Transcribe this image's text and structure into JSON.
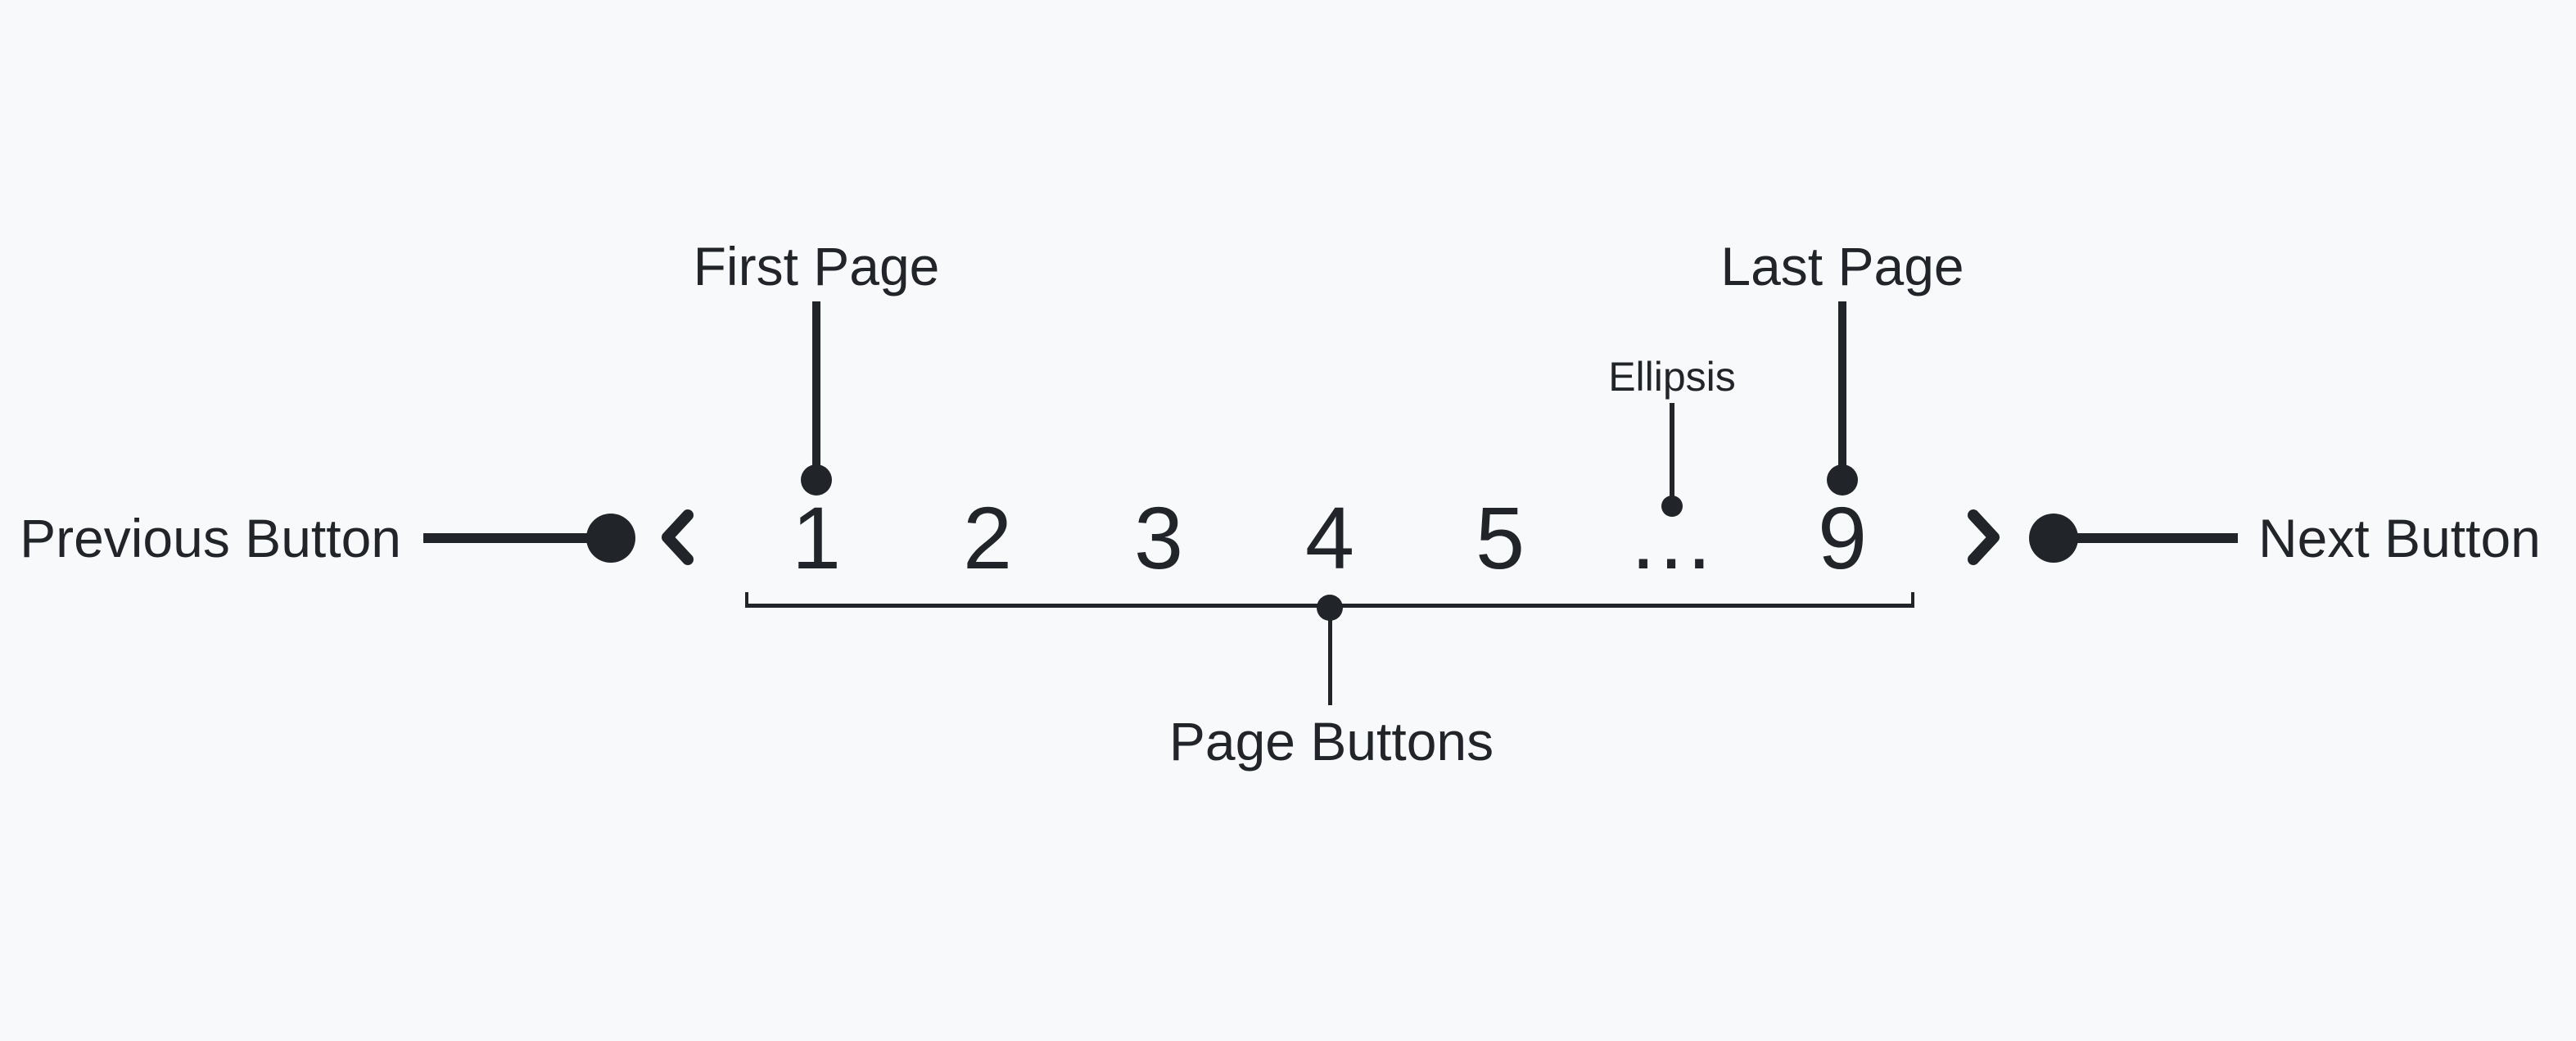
{
  "colors": {
    "background": "#f8f9fa",
    "ink": "#212529"
  },
  "labels": {
    "previous": "Previous Button",
    "next": "Next Button",
    "first_page": "First Page",
    "last_page": "Last Page",
    "ellipsis": "Ellipsis",
    "page_buttons": "Page Buttons"
  },
  "pagination": {
    "prev_icon": "chevron-left",
    "next_icon": "chevron-right",
    "pages": [
      "1",
      "2",
      "3",
      "4",
      "5",
      "…",
      "9"
    ]
  }
}
